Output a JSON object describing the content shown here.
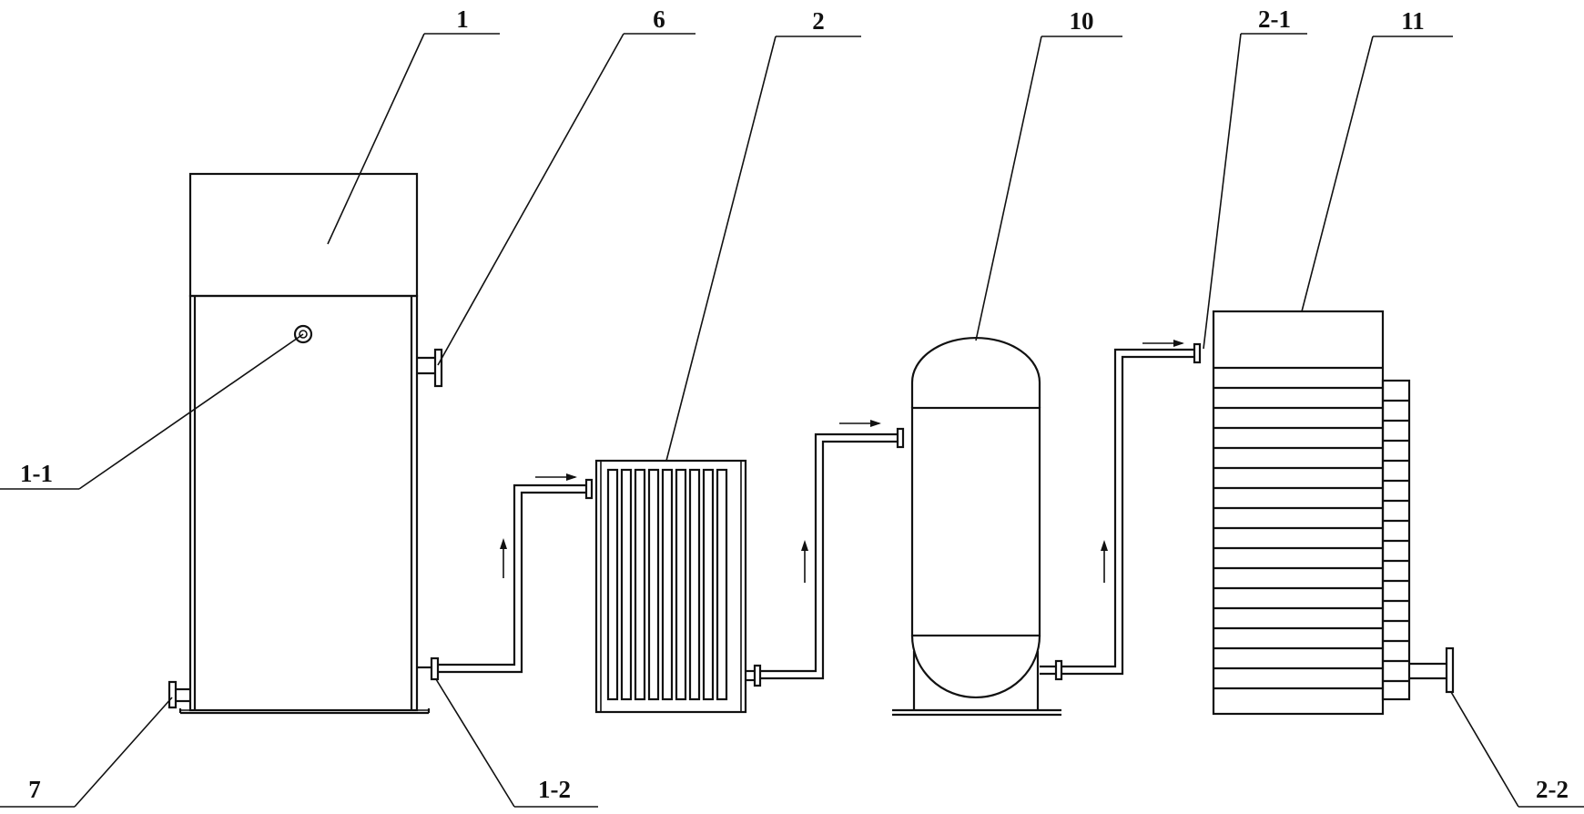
{
  "labels": {
    "l1": "1",
    "l6": "6",
    "l2": "2",
    "l10": "10",
    "l2_1": "2-1",
    "l11": "11",
    "l1_1": "1-1",
    "l7": "7",
    "l1_2": "1-2",
    "l2_2": "2-2"
  }
}
